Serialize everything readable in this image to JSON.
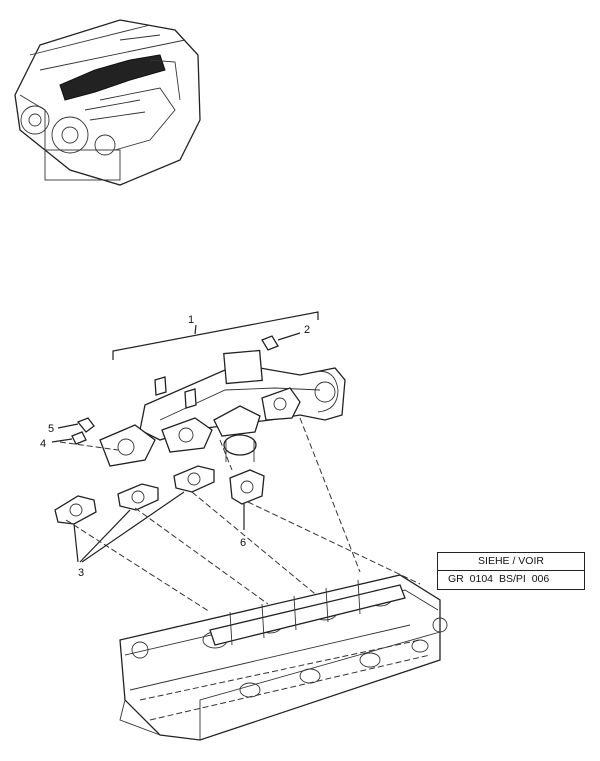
{
  "callouts": {
    "c1": "1",
    "c2": "2",
    "c3": "3",
    "c4": "4",
    "c5": "5",
    "c6": "6"
  },
  "reference_box": {
    "header": "SIEHE / VOIR",
    "code": "GR 0104 BS/PI 006"
  },
  "icons": {
    "engine_thumbnail": "engine-thumbnail-icon",
    "exhaust_manifold": "exhaust-manifold-icon",
    "cylinder_head": "cylinder-head-icon"
  }
}
